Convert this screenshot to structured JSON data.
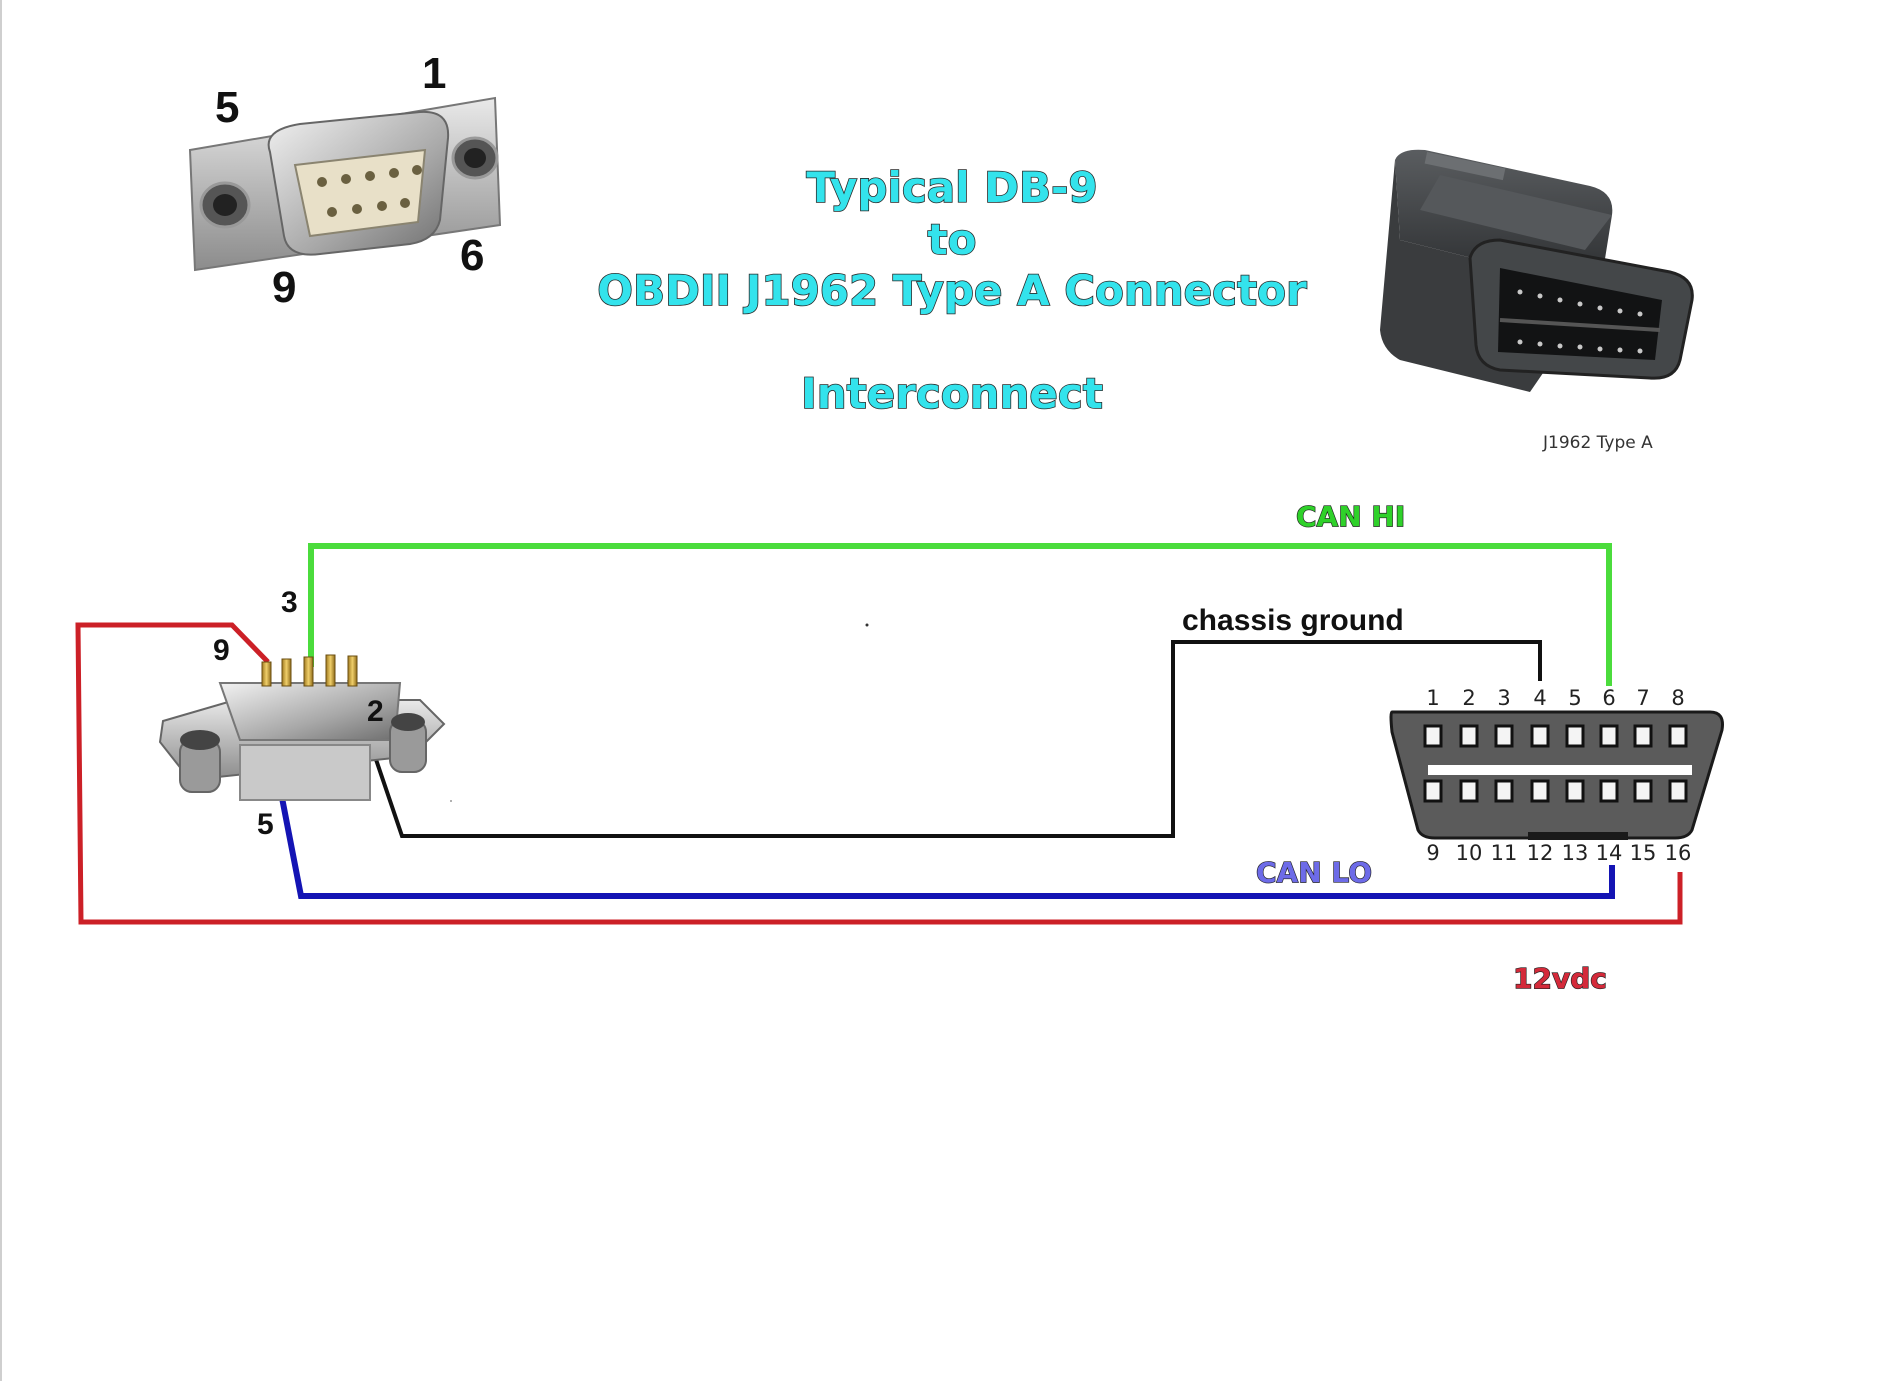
{
  "title": {
    "line1": "Typical DB-9",
    "line2": "to",
    "line3": "OBDII J1962 Type A Connector",
    "line4": "Interconnect"
  },
  "db9_photo_labels": {
    "pin1": "1",
    "pin5": "5",
    "pin6": "6",
    "pin9": "9"
  },
  "obd_photo_caption": "J1962 Type A",
  "db9_diagram_labels": {
    "pin3": "3",
    "pin9": "9",
    "pin2": "2",
    "pin5": "5"
  },
  "obd_pins_top": [
    "1",
    "2",
    "3",
    "4",
    "5",
    "6",
    "7",
    "8"
  ],
  "obd_pins_bottom": [
    "9",
    "10",
    "11",
    "12",
    "13",
    "14",
    "15",
    "16"
  ],
  "wires": {
    "can_hi": {
      "label": "CAN HI",
      "color": "#4bdc3c",
      "db9_pin": 3,
      "obd_pin": 6
    },
    "ground": {
      "label": "chassis ground",
      "color": "#111111",
      "db9_pin": 2,
      "obd_pin": 4
    },
    "can_lo": {
      "label": "CAN LO",
      "color": "#1414b4",
      "db9_pin": 5,
      "obd_pin": 14
    },
    "power": {
      "label": "12vdc",
      "color": "#cc2027",
      "db9_pin": 9,
      "obd_pin": 16
    }
  },
  "label_colors": {
    "can_hi": "#2fd12a",
    "can_lo": "#6d6be8",
    "power": "#d42a3a",
    "title": "#33e3ec"
  },
  "icons": [
    "db9-connector-photo",
    "obd-connector-photo",
    "db9-connector-drawing",
    "obd-socket-drawing"
  ]
}
